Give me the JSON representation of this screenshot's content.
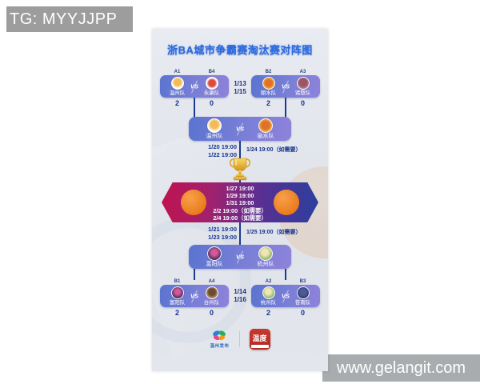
{
  "overlays": {
    "tg_badge": "TG: MYYJJPP",
    "site_badge": "www.gelangit.com"
  },
  "poster": {
    "title": "浙BA城市争霸赛淘汰赛对阵图",
    "vs": "VS",
    "qf_dates_top": [
      "1/13",
      "1/15"
    ],
    "qf_dates_bottom": [
      "1/14",
      "1/16"
    ],
    "quarterfinals": [
      {
        "teams": [
          {
            "seed": "A1",
            "name": "温州队",
            "score": "2"
          },
          {
            "seed": "B4",
            "name": "永康队",
            "score": "0"
          }
        ]
      },
      {
        "teams": [
          {
            "seed": "B2",
            "name": "丽水队",
            "score": "2"
          },
          {
            "seed": "A3",
            "name": "诸暨队",
            "score": "0"
          }
        ]
      },
      {
        "teams": [
          {
            "seed": "B1",
            "name": "富阳队",
            "score": "2"
          },
          {
            "seed": "A4",
            "name": "台州队",
            "score": "0"
          }
        ]
      },
      {
        "teams": [
          {
            "seed": "A2",
            "name": "杭州队",
            "score": "2"
          },
          {
            "seed": "B3",
            "name": "苍南队",
            "score": "0"
          }
        ]
      }
    ],
    "semifinals": [
      {
        "home": "温州队",
        "away": "丽水队",
        "dates_left": [
          "1/20 19:00",
          "1/22 19:00"
        ],
        "date_right": "1/24 19:00（如需要）"
      },
      {
        "home": "富阳队",
        "away": "杭州队",
        "dates_left": [
          "1/21 19:00",
          "1/23 19:00"
        ],
        "date_right": "1/25 19:00（如需要）"
      }
    ],
    "final": {
      "dates": [
        "1/27 19:00",
        "1/29 19:00",
        "1/31 19:00",
        "2/2 19:00（如需要）",
        "2/4 19:00（如需要）"
      ]
    },
    "footer": {
      "left_logo_label": "温州发布",
      "right_logo_label": "温度"
    },
    "colors": {
      "title_blue": "#2a6ae0",
      "card_gradient_start": "#5a74d0",
      "card_gradient_end": "#8e82da",
      "hex_left_red": "#c0134e",
      "hex_right_blue": "#2b3f9e",
      "score_blue": "#16338f",
      "trophy_gold": "#f6cf4e",
      "finalist_placeholder_orange": "#e87818"
    }
  }
}
